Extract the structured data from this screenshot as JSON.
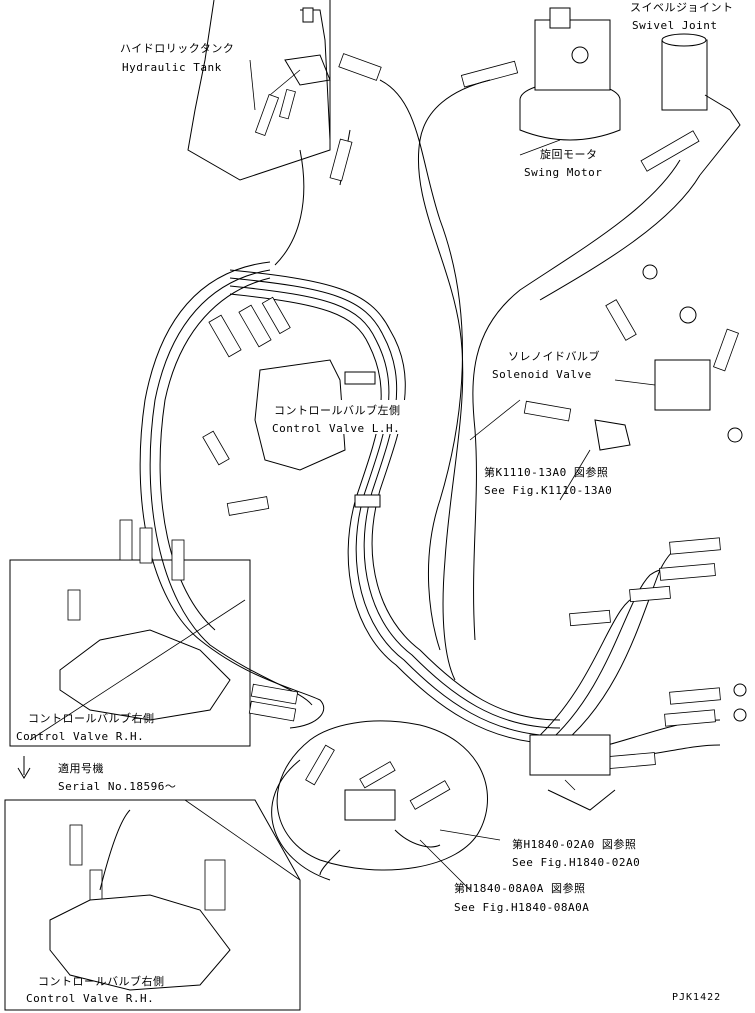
{
  "labels": {
    "hydraulic_tank_jp": "ハイドロリックタンク",
    "hydraulic_tank_en": "Hydraulic Tank",
    "swivel_joint_jp": "スイベルジョイント",
    "swivel_joint_en": "Swivel Joint",
    "swing_motor_jp": "旋回モータ",
    "swing_motor_en": "Swing Motor",
    "solenoid_valve_jp": "ソレノイドバルブ",
    "solenoid_valve_en": "Solenoid Valve",
    "control_valve_lh_jp": "コントロールバルブ左側",
    "control_valve_lh_en": "Control Valve L.H.",
    "ref_k1110_jp": "第K1110-13A0 図参照",
    "ref_k1110_en": "See Fig.K1110-13A0",
    "control_valve_rh_jp": "コントロールバルブ右側",
    "control_valve_rh_en": "Control Valve R.H.",
    "serial_jp": "適用号機",
    "serial_en": "Serial No.18596～",
    "ref_h1840_02_jp": "第H1840-02A0 図参照",
    "ref_h1840_02_en": "See Fig.H1840-02A0",
    "ref_h1840_08_jp": "第H1840-08A0A 図参照",
    "ref_h1840_08_en": "See Fig.H1840-08A0A",
    "control_valve_rh2_jp": "コントロールバルブ右側",
    "control_valve_rh2_en": "Control Valve R.H.",
    "drawing_code": "PJK1422"
  }
}
